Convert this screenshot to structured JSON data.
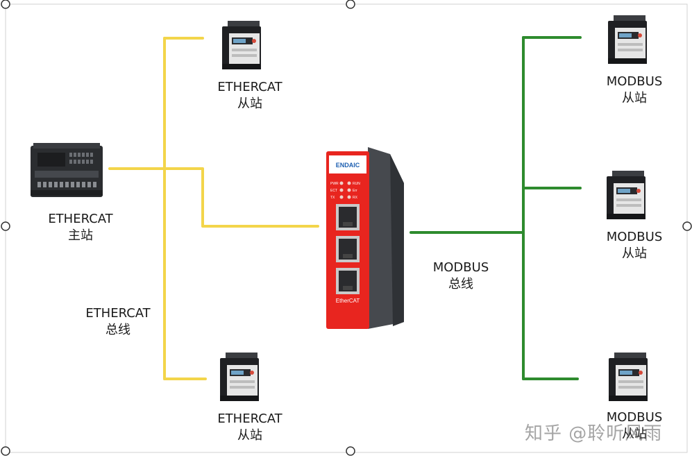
{
  "colors": {
    "ethercat_bus": "#f3d54a",
    "modbus_bus": "#2e8b2e",
    "gateway_red": "#e8251f",
    "gateway_body": "#3d4045",
    "handle": "#ffffff",
    "handle_stroke": "#333333"
  },
  "labels": {
    "master": {
      "line1": "ETHERCAT",
      "line2": "主站"
    },
    "ethercat_slave_top": {
      "line1": "ETHERCAT",
      "line2": "从站"
    },
    "ethercat_slave_bottom": {
      "line1": "ETHERCAT",
      "line2": "从站"
    },
    "ethercat_bus": {
      "line1": "ETHERCAT",
      "line2": "总线"
    },
    "modbus_bus": {
      "line1": "MODBUS",
      "line2": "总线"
    },
    "modbus_slave_1": {
      "line1": "MODBUS",
      "line2": "从站"
    },
    "modbus_slave_2": {
      "line1": "MODBUS",
      "line2": "从站"
    },
    "modbus_slave_3": {
      "line1": "MODBUS",
      "line2": "从站"
    }
  },
  "gateway": {
    "brand": "ENDAIC",
    "led_left": [
      "PWR",
      "ECT",
      "TX"
    ],
    "led_right": [
      "RUN",
      "Err",
      "RX"
    ],
    "bottom_label": "EtherCAT"
  },
  "watermark": "知乎 @聆听风雨"
}
